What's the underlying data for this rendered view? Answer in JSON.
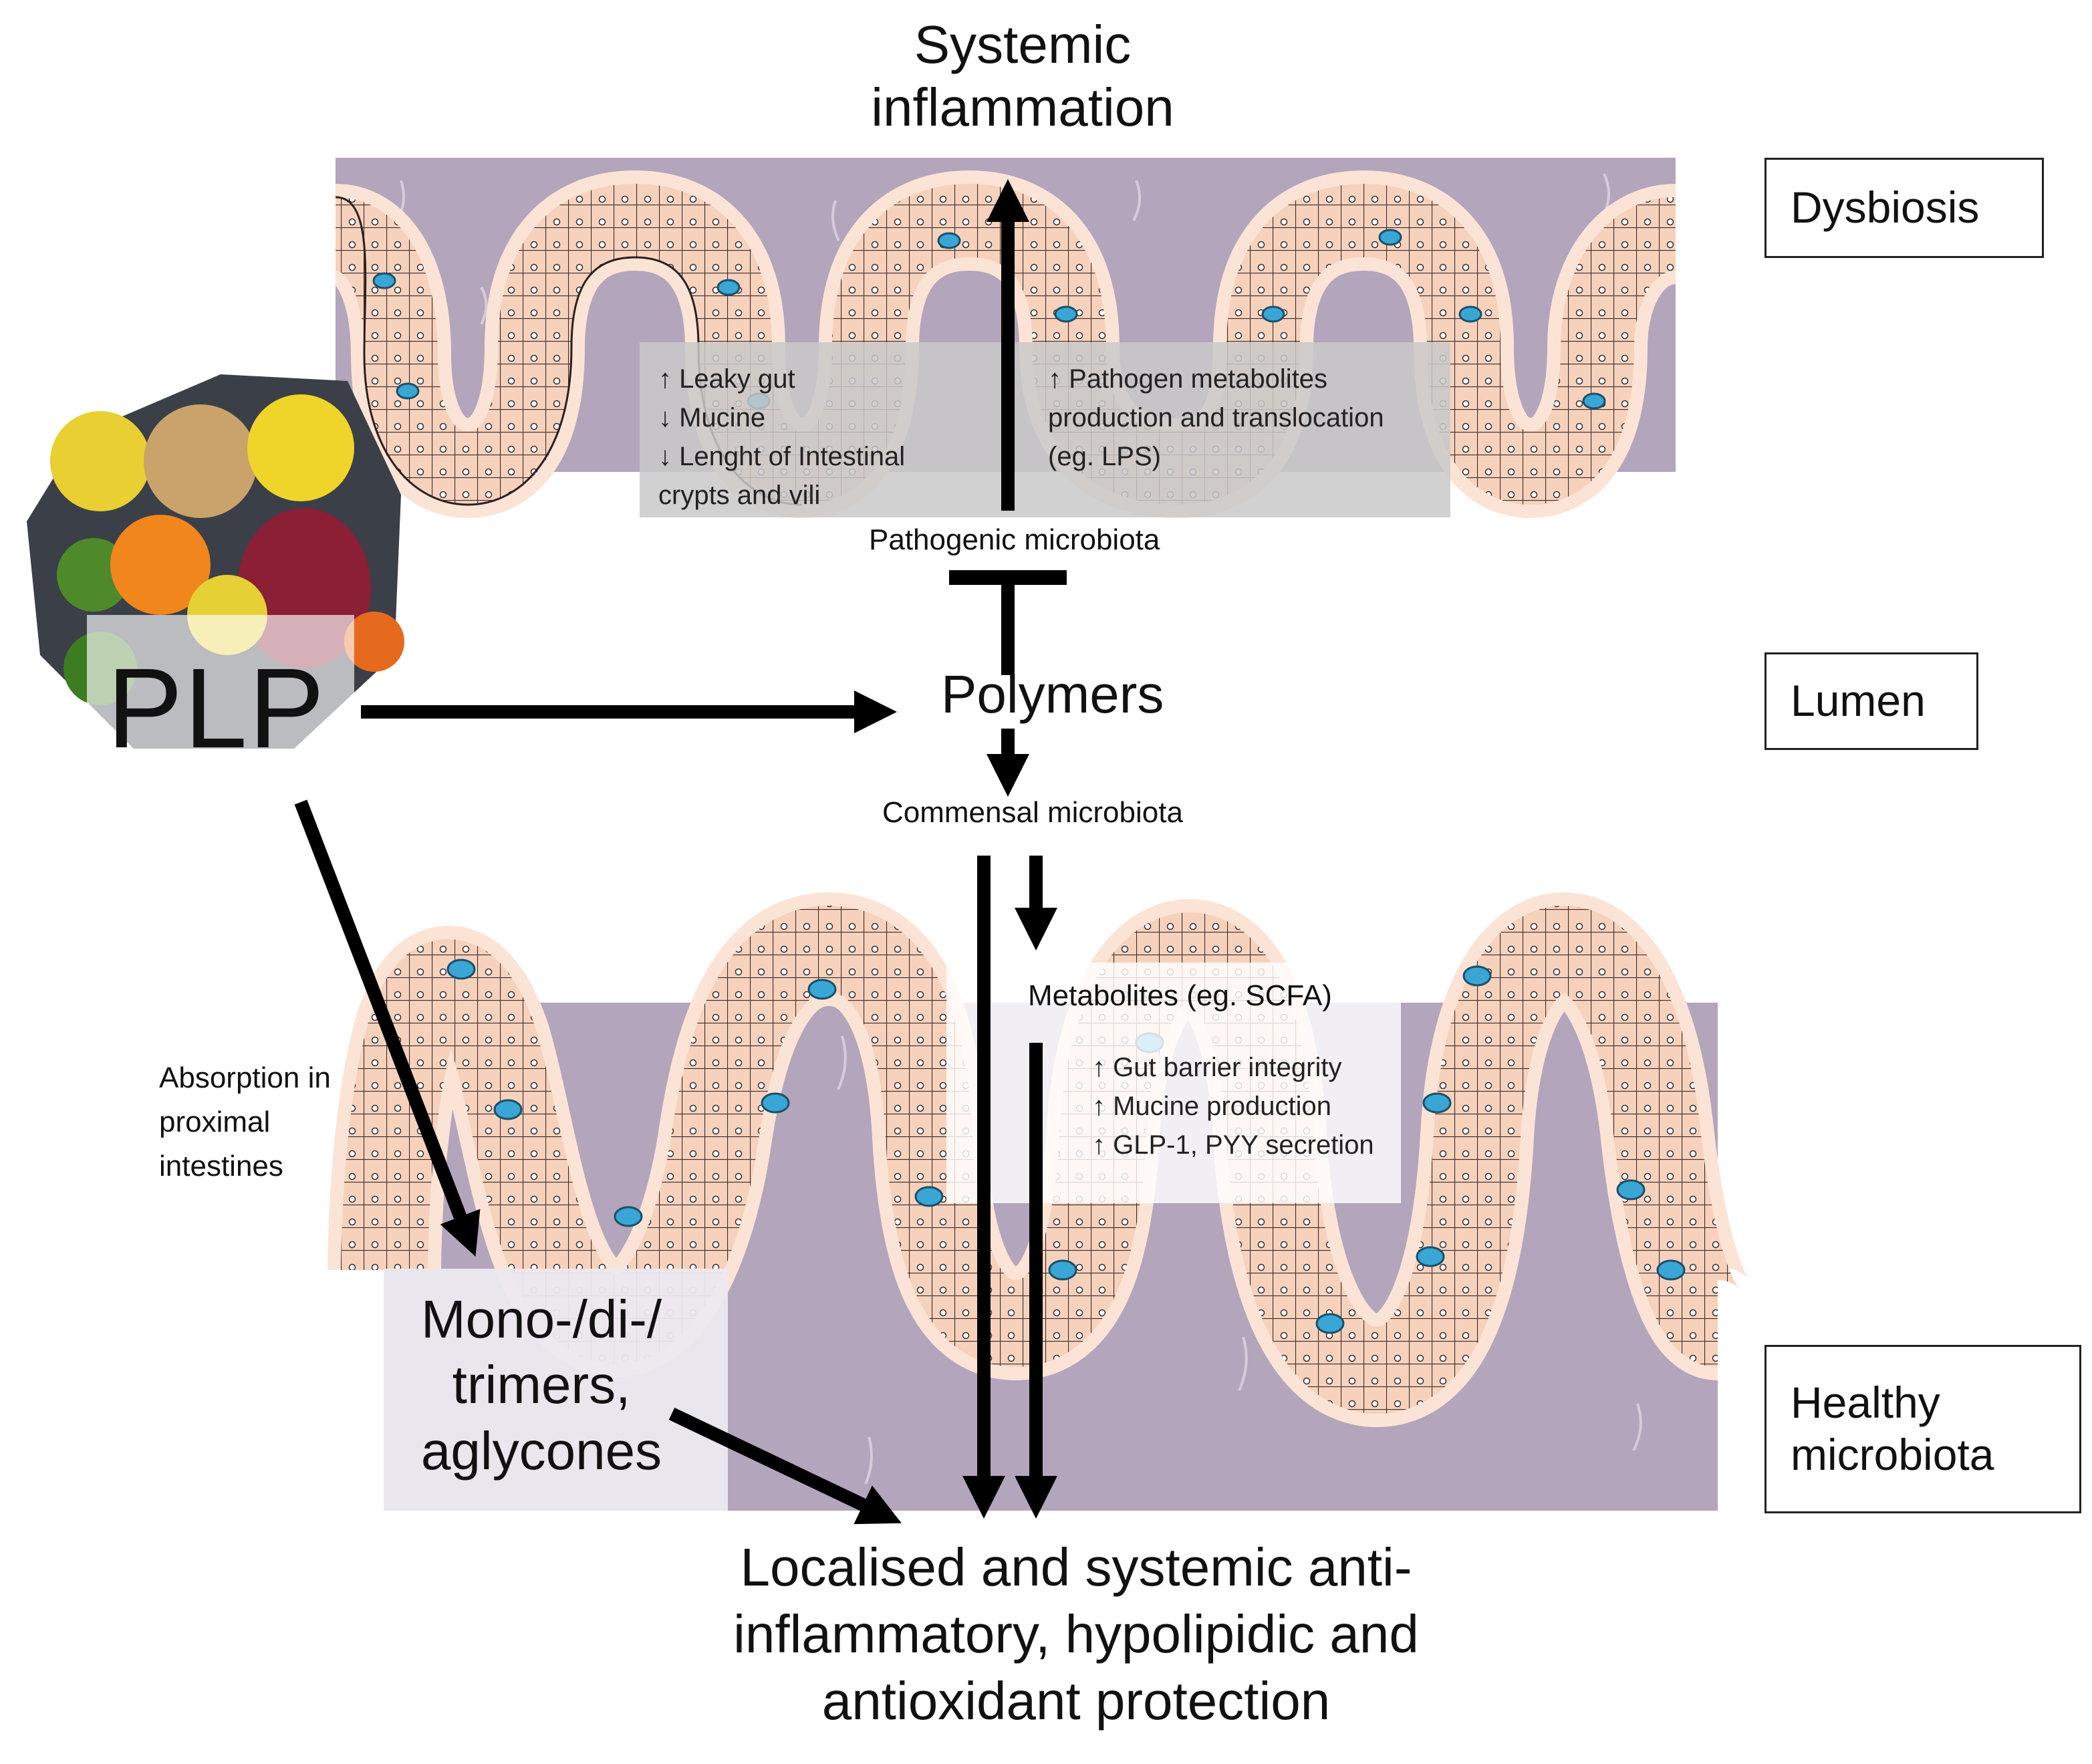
{
  "title_top": "Systemic\ninflammation",
  "labels": {
    "dysbiosis": "Dysbiosis",
    "lumen": "Lumen",
    "healthy": "Healthy\nmicrobiota"
  },
  "plp": "PLP",
  "polymers": "Polymers",
  "pathogenic": "Pathogenic microbiota",
  "commensal": "Commensal microbiota",
  "metabolites": "Metabolites (eg. SCFA)",
  "absorption": "Absorption in\nproximal\nintestines",
  "monomers": "Mono-/di-/\ntrimers,\naglycones",
  "bottom": "Localised and systemic  anti-\ninflammatory, hypolipidic and\nantioxidant protection",
  "dysbiosis_effects_left": "↑ Leaky gut\n↓ Mucine\n↓ Lenght of Intestinal\n    crypts and vili",
  "dysbiosis_effects_right": "↑ Pathogen metabolites\nproduction and translocation\n(eg. LPS)",
  "healthy_effects": "↑ Gut barrier integrity\n↑ Mucine production\n↑ GLP-1, PYY secretion",
  "colors": {
    "tissue": "#b3a5bb",
    "cell_fill": "#f6d2bd",
    "cell_stroke": "#3a2a2a",
    "goblet": "#3aa6d6",
    "outer_glow": "#fbe4d6",
    "arrow": "#000000"
  }
}
